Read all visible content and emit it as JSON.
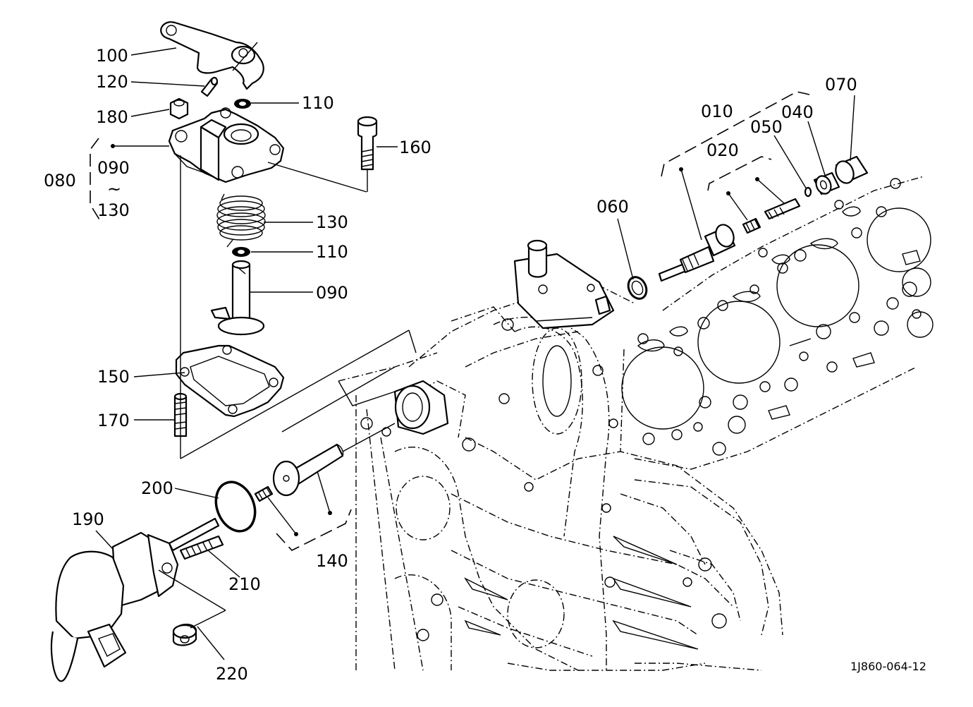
{
  "callouts": {
    "c100": "100",
    "c120": "120",
    "c180": "180",
    "c110a": "110",
    "c160": "160",
    "c080": "080",
    "c090a": "090",
    "ctilde": "~",
    "c130a": "130",
    "c130b": "130",
    "c110b": "110",
    "c090b": "090",
    "c150": "150",
    "c170": "170",
    "c200": "200",
    "c190": "190",
    "c210": "210",
    "c220": "220",
    "c140": "140",
    "c010": "010",
    "c020": "020",
    "c050": "050",
    "c040": "040",
    "c070": "070",
    "c060": "060"
  },
  "drawing_code": "1J860-064-12"
}
